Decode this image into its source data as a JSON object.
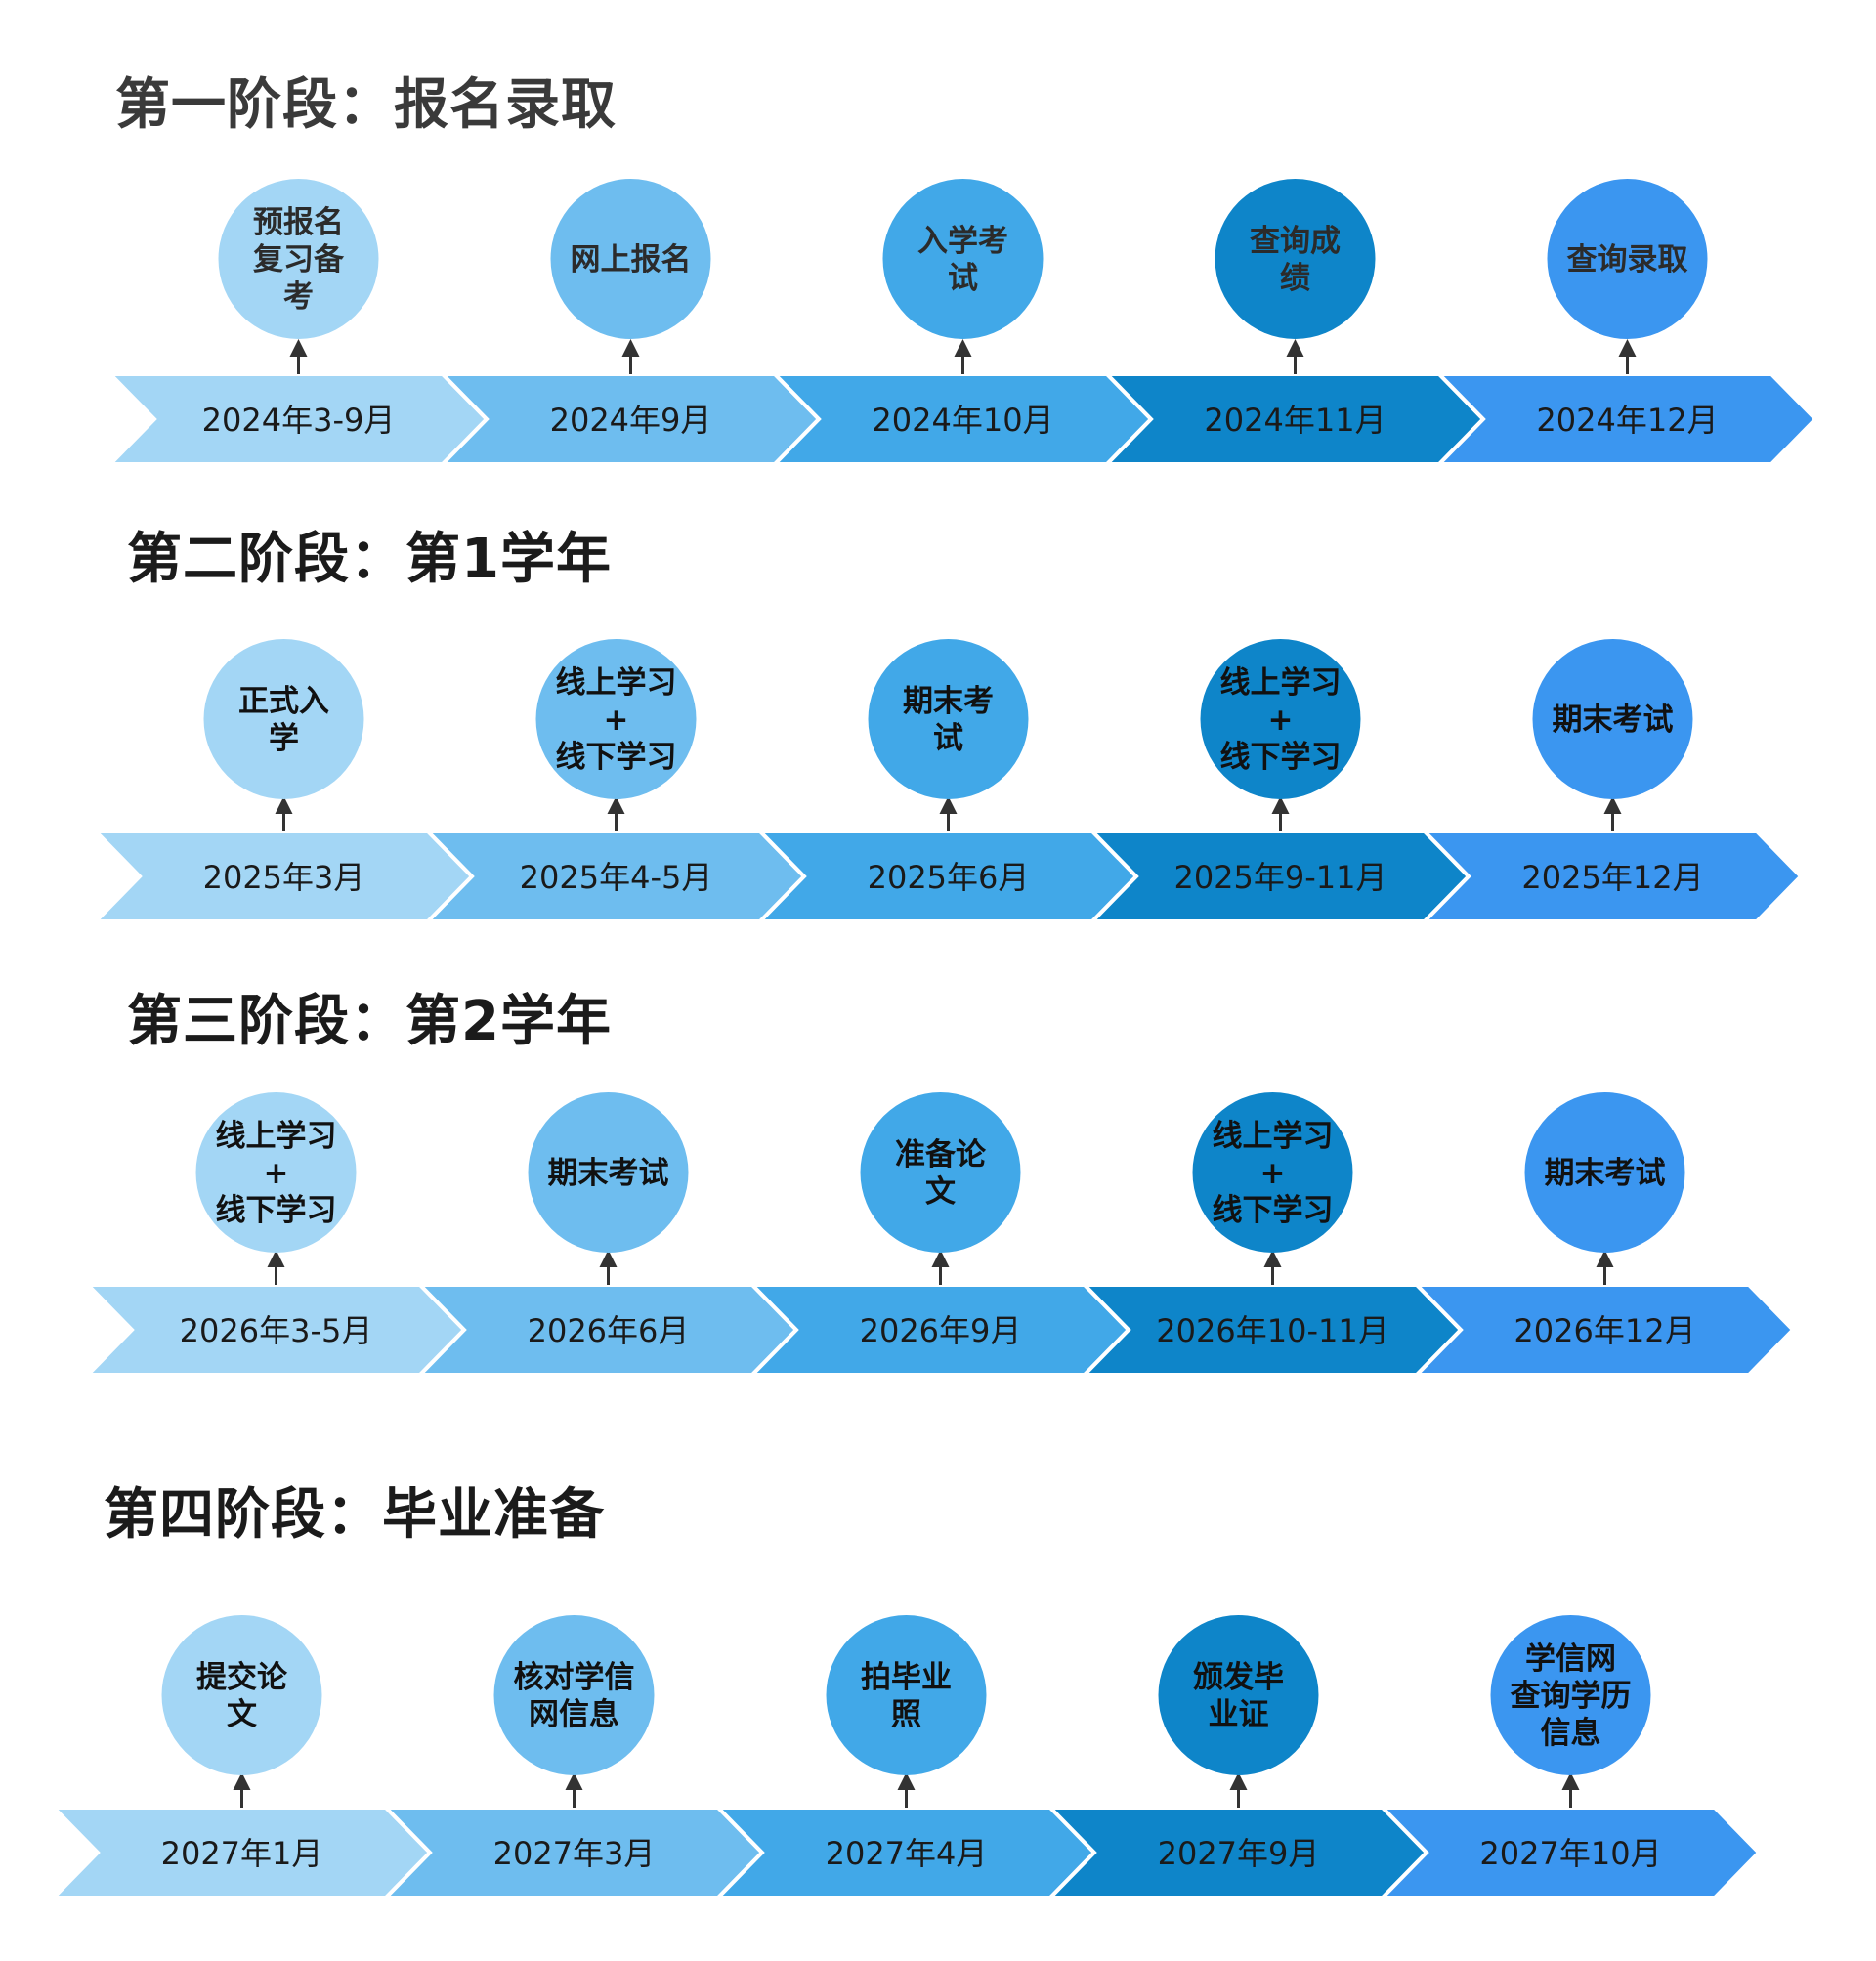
{
  "colors": [
    "#A3D6F5",
    "#6EBDEF",
    "#41A8E8",
    "#0E85C9",
    "#3B96F0"
  ],
  "stages": [
    {
      "title": "第一阶段：报名录取",
      "steps": [
        {
          "label": [
            "预报名",
            "复习备",
            "考"
          ],
          "date": "2024年3-9月"
        },
        {
          "label": [
            "网上报名"
          ],
          "date": "2024年9月"
        },
        {
          "label": [
            "入学考",
            "试"
          ],
          "date": "2024年10月"
        },
        {
          "label": [
            "查询成",
            "绩"
          ],
          "date": "2024年11月"
        },
        {
          "label": [
            "查询录取"
          ],
          "date": "2024年12月"
        }
      ]
    },
    {
      "title": "第二阶段：第1学年",
      "steps": [
        {
          "label": [
            "正式入",
            "学"
          ],
          "date": "2025年3月"
        },
        {
          "label": [
            "线上学习",
            "+",
            "线下学习"
          ],
          "date": "2025年4-5月"
        },
        {
          "label": [
            "期末考",
            "试"
          ],
          "date": "2025年6月"
        },
        {
          "label": [
            "线上学习",
            "+",
            "线下学习"
          ],
          "date": "2025年9-11月"
        },
        {
          "label": [
            "期末考试"
          ],
          "date": "2025年12月"
        }
      ]
    },
    {
      "title": "第三阶段：第2学年",
      "steps": [
        {
          "label": [
            "线上学习",
            "+",
            "线下学习"
          ],
          "date": "2026年3-5月"
        },
        {
          "label": [
            "期末考试"
          ],
          "date": "2026年6月"
        },
        {
          "label": [
            "准备论",
            "文"
          ],
          "date": "2026年9月"
        },
        {
          "label": [
            "线上学习",
            "+",
            "线下学习"
          ],
          "date": "2026年10-11月"
        },
        {
          "label": [
            "期末考试"
          ],
          "date": "2026年12月"
        }
      ]
    },
    {
      "title": "第四阶段：毕业准备",
      "steps": [
        {
          "label": [
            "提交论",
            "文"
          ],
          "date": "2027年1月"
        },
        {
          "label": [
            "核对学信",
            "网信息"
          ],
          "date": "2027年3月"
        },
        {
          "label": [
            "拍毕业",
            "照"
          ],
          "date": "2027年4月"
        },
        {
          "label": [
            "颁发毕",
            "业证"
          ],
          "date": "2027年9月"
        },
        {
          "label": [
            "学信网",
            "查询学历",
            "信息"
          ],
          "date": "2027年10月"
        }
      ]
    }
  ]
}
